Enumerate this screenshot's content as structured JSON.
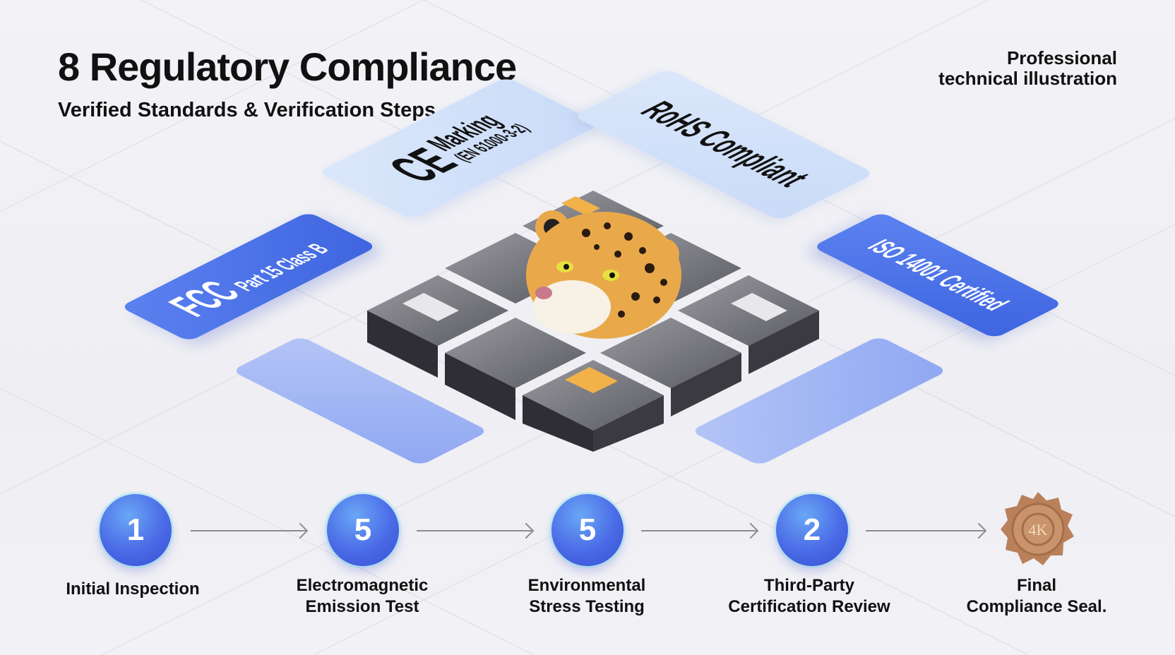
{
  "header": {
    "title": "8 Regulatory Compliance",
    "subtitle": "Verified Standards & Verification Steps —",
    "tagline_line1": "Professional",
    "tagline_line2": "technical illustration"
  },
  "panels": {
    "fcc": {
      "mark": "FCC",
      "label": "Part 15 Class B"
    },
    "ce": {
      "mark": "CE",
      "label": "Marking",
      "sublabel": "(EN 61000-3-2)"
    },
    "rohs": {
      "label": "RoHS Compliant"
    },
    "iso": {
      "label": "ISO 14001 Certified"
    }
  },
  "colors": {
    "accent_blue": "#4a6ae6",
    "light_panel": "#d3e2fa",
    "seal_bronze": "#c08a5e"
  },
  "steps": [
    {
      "number": "1",
      "line1": "Initial Inspection",
      "line2": ""
    },
    {
      "number": "5",
      "line1": "Electromagnetic",
      "line2": "Emission Test"
    },
    {
      "number": "5",
      "line1": "Environmental",
      "line2": "Stress Testing"
    },
    {
      "number": "2",
      "line1": "Third-Party",
      "line2": "Certification Review"
    },
    {
      "icon": "wax-seal-icon",
      "seal_text": "4K",
      "line1": "Final",
      "line2": "Compliance Seal."
    }
  ]
}
